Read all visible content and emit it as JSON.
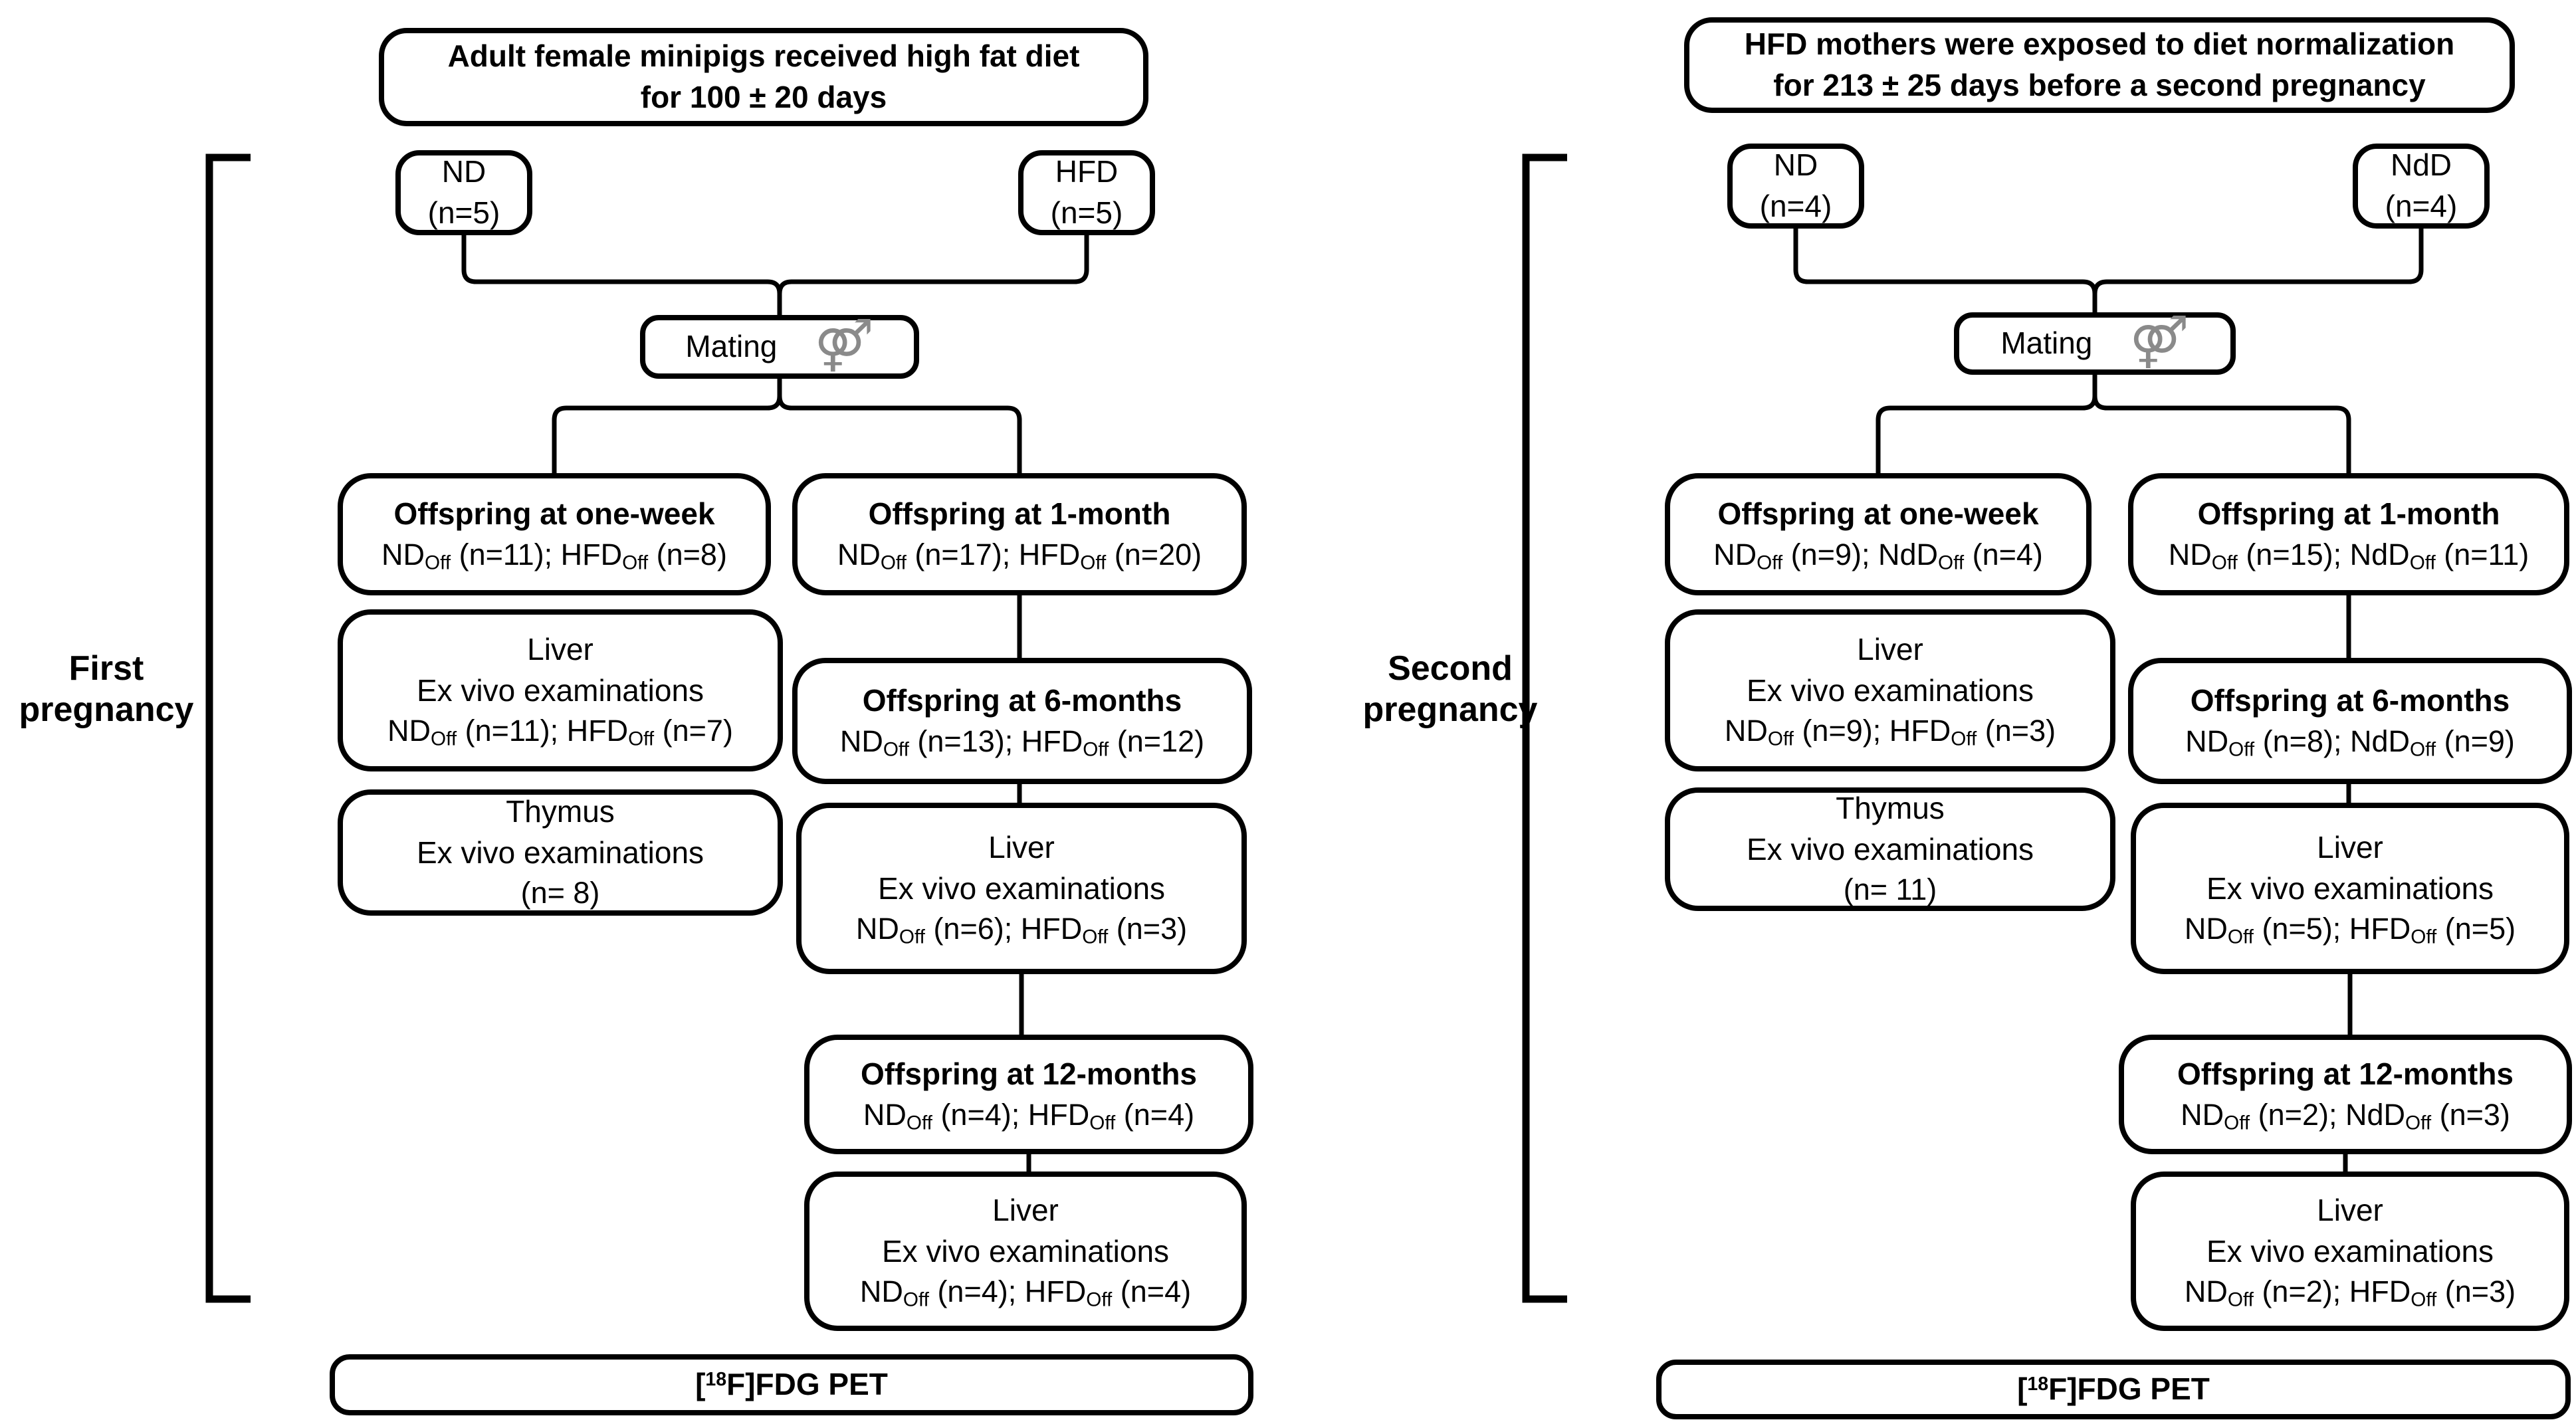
{
  "page": {
    "background": "#ffffff",
    "line_color": "#000000",
    "icon_gray": "#8a8a8a"
  },
  "left_diagram": {
    "side_label": {
      "line1": "First",
      "line2": "pregnancy"
    },
    "header": {
      "line1": "Adult female minipigs received high fat diet",
      "line2": "for 100 ± 20 days"
    },
    "group_nd": {
      "name": "ND",
      "count": "(n=5)"
    },
    "group_hfd": {
      "name": "HFD",
      "count": "(n=5)"
    },
    "mating": {
      "label": "Mating",
      "icon_glyph": "⚤",
      "icon_name": "interlocked-male-female-icon"
    },
    "offspring_one_week": {
      "title": "Offspring at one-week",
      "counts": "ND_{Off} (n=11); HFD_{Off} (n=8)"
    },
    "liver_one_week": {
      "organ": "Liver",
      "exam": "Ex vivo examinations",
      "counts": "ND_{Off} (n=11); HFD_{Off} (n=7)"
    },
    "thymus": {
      "organ": "Thymus",
      "exam": "Ex vivo examinations",
      "counts": "(n= 8)"
    },
    "offspring_one_month": {
      "title": "Offspring at 1-month",
      "counts": "ND_{Off} (n=17); HFD_{Off} (n=20)"
    },
    "offspring_six_months": {
      "title": "Offspring at 6-months",
      "counts": "ND_{Off} (n=13); HFD_{Off} (n=12)"
    },
    "liver_six_months": {
      "organ": "Liver",
      "exam": "Ex vivo examinations",
      "counts": "ND_{Off} (n=6); HFD_{Off} (n=3)"
    },
    "offspring_twelve_months": {
      "title": "Offspring at 12-months",
      "counts": "ND_{Off} (n=4); HFD_{Off} (n=4)"
    },
    "liver_twelve_months": {
      "organ": "Liver",
      "exam": "Ex vivo examinations",
      "counts": "ND_{Off} (n=4); HFD_{Off} (n=4)"
    },
    "pet": {
      "label": "[^{18}F]FDG PET"
    }
  },
  "right_diagram": {
    "side_label": {
      "line1": "Second",
      "line2": "pregnancy"
    },
    "header": {
      "line1": "HFD mothers were exposed to diet normalization",
      "line2": "for 213 ± 25 days before a second pregnancy"
    },
    "group_nd": {
      "name": "ND",
      "count": "(n=4)"
    },
    "group_ndd": {
      "name": "NdD",
      "count": "(n=4)"
    },
    "mating": {
      "label": "Mating",
      "icon_glyph": "⚤",
      "icon_name": "interlocked-male-female-icon"
    },
    "offspring_one_week": {
      "title": "Offspring at one-week",
      "counts": "ND_{Off} (n=9); NdD_{Off} (n=4)"
    },
    "liver_one_week": {
      "organ": "Liver",
      "exam": "Ex vivo examinations",
      "counts": "ND_{Off} (n=9); HFD_{Off} (n=3)"
    },
    "thymus": {
      "organ": "Thymus",
      "exam": "Ex vivo examinations",
      "counts": "(n= 11)"
    },
    "offspring_one_month": {
      "title": "Offspring at 1-month",
      "counts": "ND_{Off} (n=15); NdD_{Off} (n=11)"
    },
    "offspring_six_months": {
      "title": "Offspring at 6-months",
      "counts": "ND_{Off} (n=8); NdD_{Off} (n=9)"
    },
    "liver_six_months": {
      "organ": "Liver",
      "exam": "Ex vivo examinations",
      "counts": "ND_{Off} (n=5); HFD_{Off} (n=5)"
    },
    "offspring_twelve_months": {
      "title": "Offspring at 12-months",
      "counts": "ND_{Off} (n=2); NdD_{Off} (n=3)"
    },
    "liver_twelve_months": {
      "organ": "Liver",
      "exam": "Ex vivo examinations",
      "counts": "ND_{Off} (n=2); HFD_{Off} (n=3)"
    },
    "pet": {
      "label": "[^{18}F]FDG PET"
    }
  }
}
